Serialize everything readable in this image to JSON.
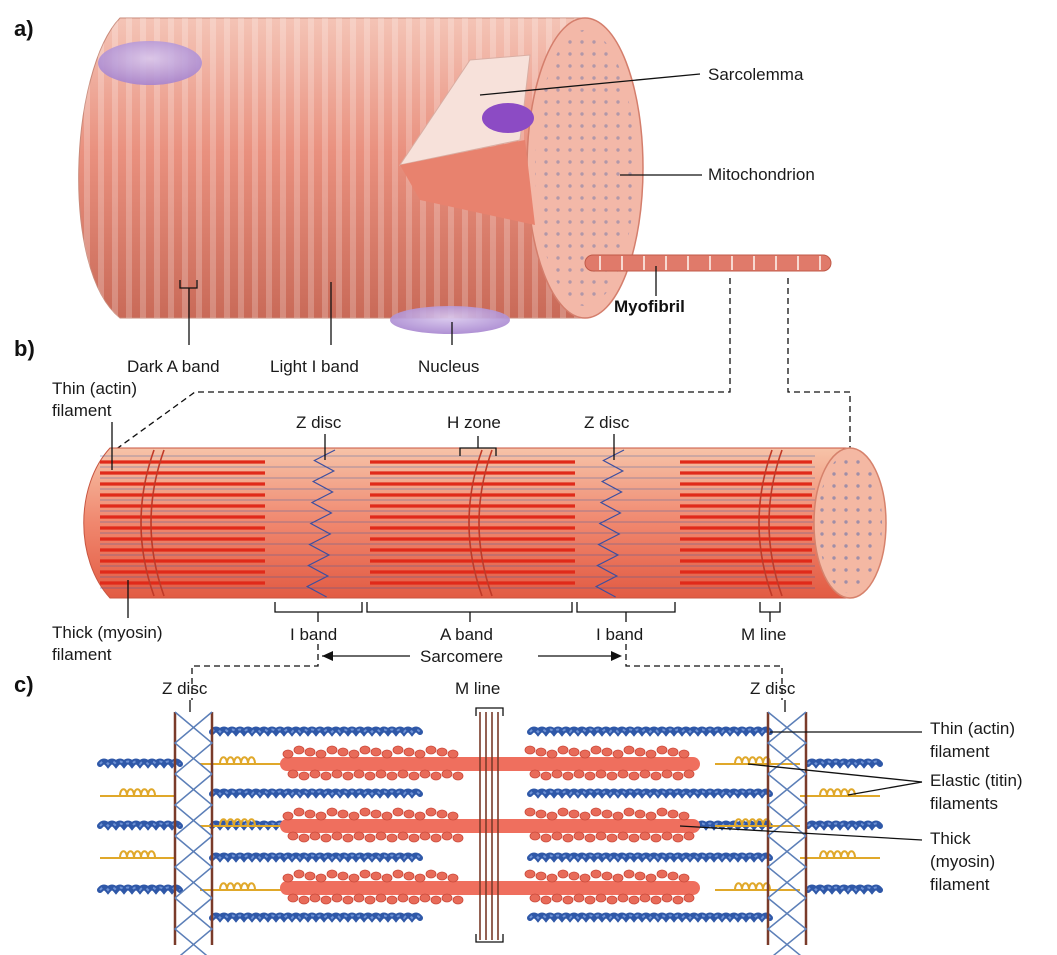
{
  "panels": {
    "a": "a)",
    "b": "b)",
    "c": "c)"
  },
  "labels_a": {
    "sarcolemma": "Sarcolemma",
    "mitochondrion": "Mitochondrion",
    "myofibril": "Myofibril",
    "dark_a_band": "Dark A band",
    "light_i_band": "Light I band",
    "nucleus": "Nucleus"
  },
  "labels_b": {
    "thin_1": "Thin (actin)",
    "thin_2": "filament",
    "thick_1": "Thick (myosin)",
    "thick_2": "filament",
    "z_disc_left": "Z disc",
    "h_zone": "H zone",
    "z_disc_right": "Z disc",
    "i_band_left": "I band",
    "a_band": "A band",
    "i_band_right": "I band",
    "m_line": "M line",
    "sarcomere": "Sarcomere"
  },
  "labels_c": {
    "z_disc_left": "Z disc",
    "m_line": "M line",
    "z_disc_right": "Z disc",
    "thin_1": "Thin (actin)",
    "thin_2": "filament",
    "elastic_1": "Elastic (titin)",
    "elastic_2": "filaments",
    "thick_1": "Thick",
    "thick_2": "(myosin)",
    "thick_3": "filament"
  },
  "colors": {
    "muscle": "#e9907e",
    "muscle_dark": "#c8503f",
    "red_filament": "#e02a1a",
    "actin_blue": "#2f58a8",
    "titin_yellow": "#e0a82a",
    "myosin_head": "#ef6f5e",
    "nucleus_purple": "#b79ad6",
    "z_disc_brown": "#7a3b2a"
  }
}
